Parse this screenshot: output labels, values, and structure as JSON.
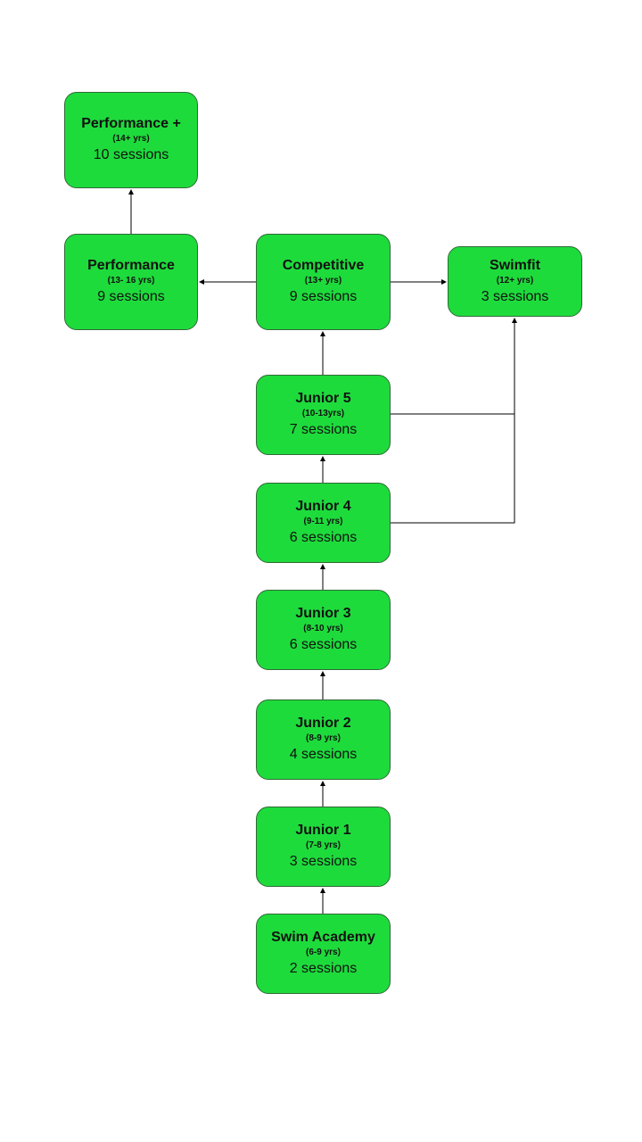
{
  "nodes": {
    "performance_plus": {
      "title": "Performance +",
      "age": "(14+ yrs)",
      "sessions": "10 sessions"
    },
    "performance": {
      "title": "Performance",
      "age": "(13- 16 yrs)",
      "sessions": "9 sessions"
    },
    "competitive": {
      "title": "Competitive",
      "age": "(13+ yrs)",
      "sessions": "9 sessions"
    },
    "swimfit": {
      "title": "Swimfit",
      "age": "(12+ yrs)",
      "sessions": "3 sessions"
    },
    "junior5": {
      "title": "Junior 5",
      "age": "(10-13yrs)",
      "sessions": "7 sessions"
    },
    "junior4": {
      "title": "Junior 4",
      "age": "(9-11 yrs)",
      "sessions": "6 sessions"
    },
    "junior3": {
      "title": "Junior 3",
      "age": "(8-10 yrs)",
      "sessions": "6 sessions"
    },
    "junior2": {
      "title": "Junior 2",
      "age": "(8-9 yrs)",
      "sessions": "4 sessions"
    },
    "junior1": {
      "title": "Junior 1",
      "age": "(7-8 yrs)",
      "sessions": "3 sessions"
    },
    "swim_academy": {
      "title": "Swim Academy",
      "age": "(6-9 yrs)",
      "sessions": "2 sessions"
    }
  },
  "edges": [
    {
      "from": "swim_academy",
      "to": "junior1"
    },
    {
      "from": "junior1",
      "to": "junior2"
    },
    {
      "from": "junior2",
      "to": "junior3"
    },
    {
      "from": "junior3",
      "to": "junior4"
    },
    {
      "from": "junior4",
      "to": "junior5"
    },
    {
      "from": "junior5",
      "to": "competitive"
    },
    {
      "from": "competitive",
      "to": "performance"
    },
    {
      "from": "competitive",
      "to": "swimfit"
    },
    {
      "from": "performance",
      "to": "performance_plus"
    },
    {
      "from": "junior5",
      "to": "swimfit"
    },
    {
      "from": "junior4",
      "to": "swimfit"
    }
  ],
  "colors": {
    "node_fill": "#1edb3c",
    "node_border": "#2f6a36",
    "connector": "#000000"
  }
}
